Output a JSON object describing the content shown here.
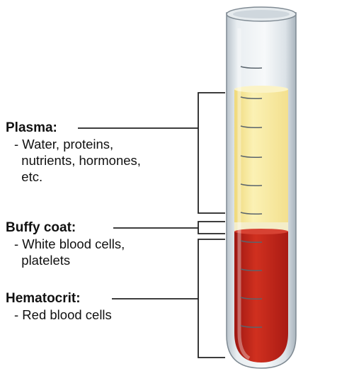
{
  "labels": {
    "plasma": {
      "heading": "Plasma:",
      "lines": [
        "- Water, proteins,",
        "  nutrients, hormones,",
        "  etc."
      ]
    },
    "buffy_coat": {
      "heading": "Buffy coat:",
      "lines": [
        "- White blood cells,",
        "  platelets"
      ]
    },
    "hematocrit": {
      "heading": "Hematocrit:",
      "lines": [
        "- Red blood cells"
      ]
    }
  },
  "colors": {
    "plasma": "#f6eaa0",
    "buffy_coat": "#f4edc8",
    "red_cells": "#c8241c",
    "tube_glass": "#dde3e8",
    "bracket": "#222222"
  }
}
